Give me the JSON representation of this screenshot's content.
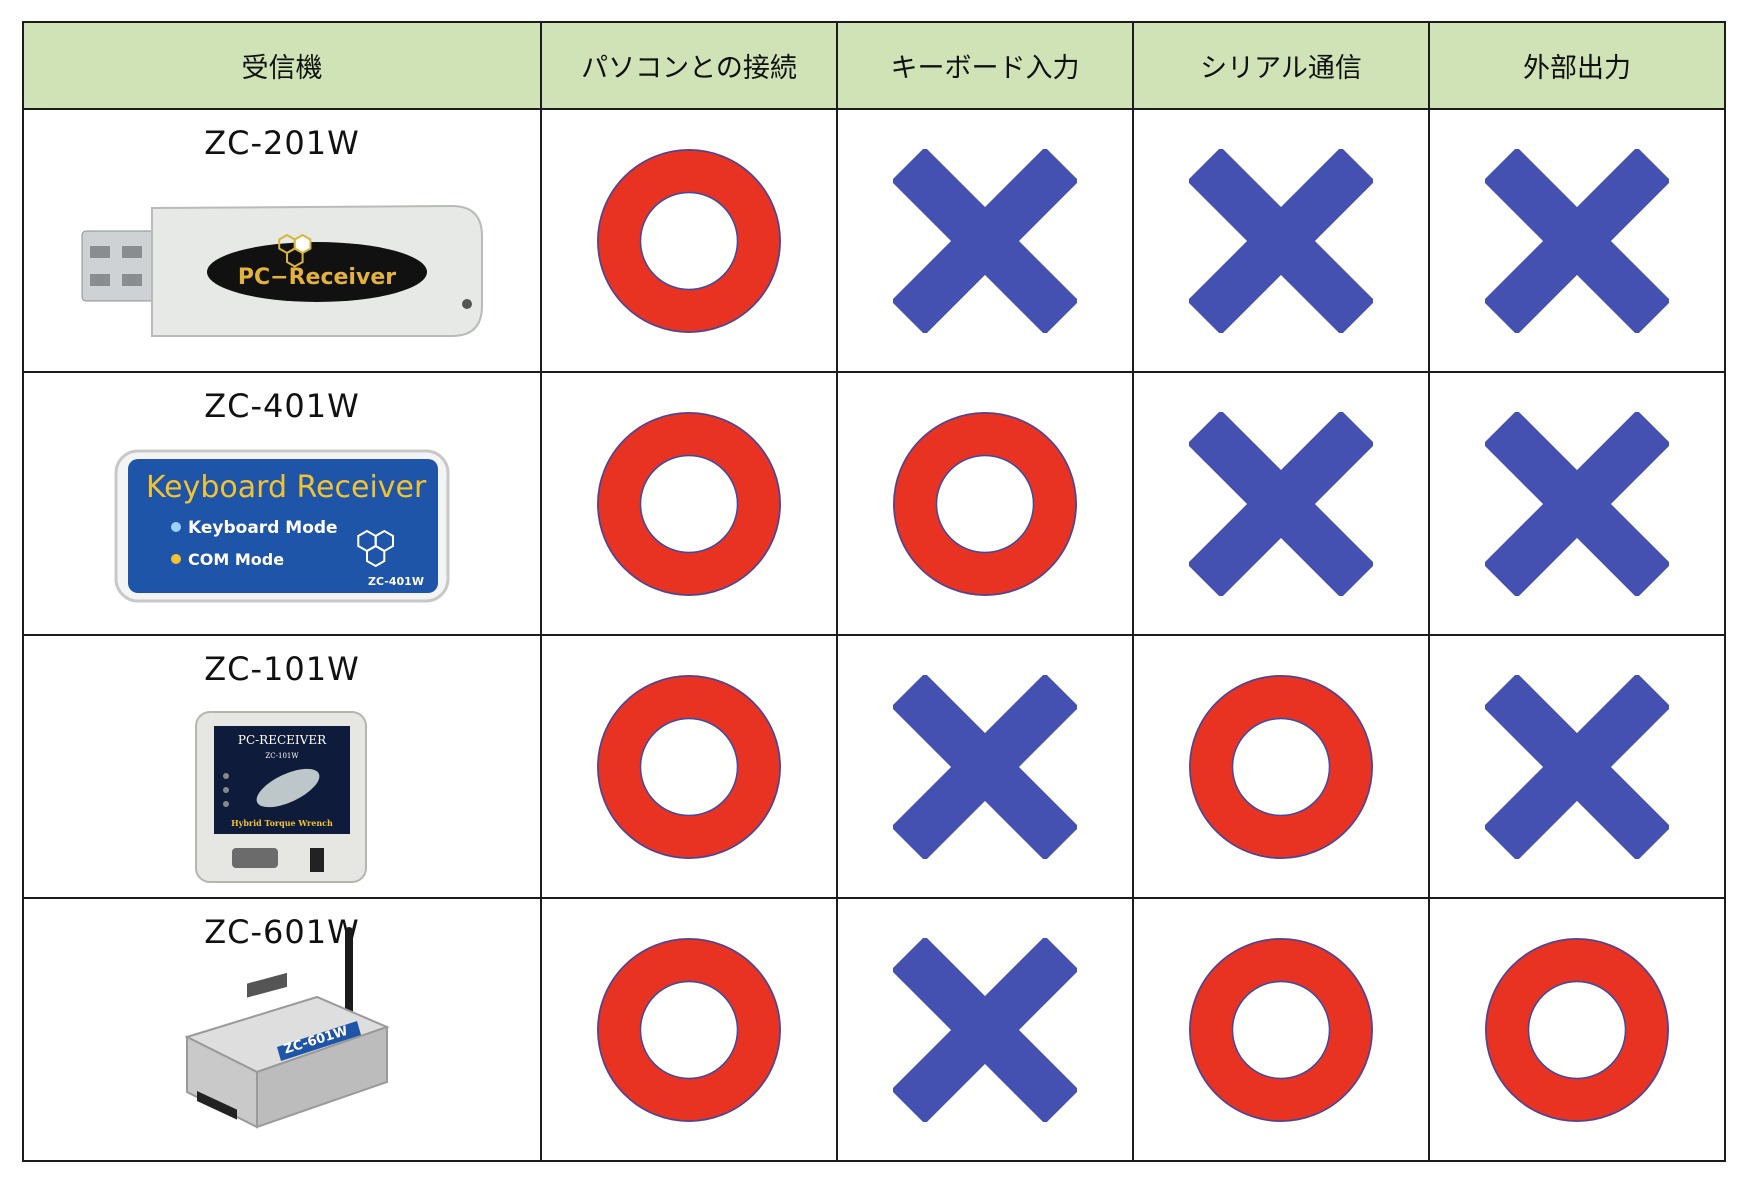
{
  "headers": [
    "受信機",
    "パソコンとの接続",
    "キーボード入力",
    "シリアル通信",
    "外部出力"
  ],
  "colors": {
    "header_bg": "#cfe3b6",
    "circle": "#e83323",
    "cross": "#4551b0"
  },
  "rows": [
    {
      "model": "ZC-201W",
      "device": {
        "type": "usb-dongle",
        "label": "PC−Receiver"
      },
      "marks": [
        "circle",
        "cross",
        "cross",
        "cross"
      ]
    },
    {
      "model": "ZC-401W",
      "device": {
        "type": "keyboard-receiver",
        "title": "Keyboard Receiver",
        "mode1": "Keyboard Mode",
        "mode2": "COM Mode",
        "small": "ZC-401W"
      },
      "marks": [
        "circle",
        "circle",
        "cross",
        "cross"
      ]
    },
    {
      "model": "ZC-101W",
      "device": {
        "type": "pc-receiver-box",
        "title": "PC-RECEIVER",
        "sub": "ZC-101W",
        "bottom": "Hybrid Torque Wrench"
      },
      "marks": [
        "circle",
        "cross",
        "circle",
        "cross"
      ]
    },
    {
      "model": "ZC-601W",
      "device": {
        "type": "antenna-box",
        "label": "ZC-601W"
      },
      "marks": [
        "circle",
        "cross",
        "circle",
        "circle"
      ]
    }
  ]
}
